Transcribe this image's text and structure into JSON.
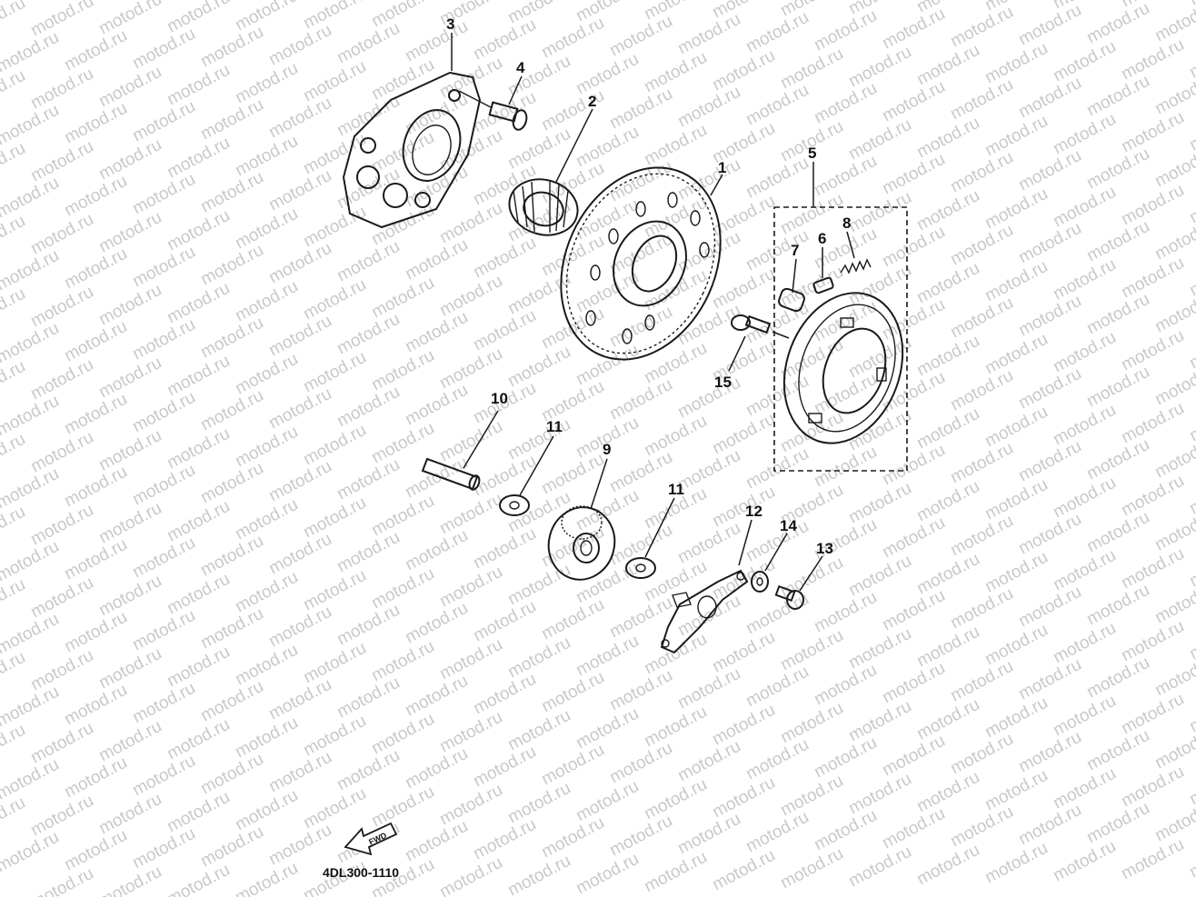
{
  "watermark_text": "motod.ru",
  "diagram_code": "4DL300-1110",
  "forward_label": "FWD",
  "callouts": [
    "1",
    "2",
    "3",
    "4",
    "5",
    "6",
    "7",
    "8",
    "9",
    "10",
    "11",
    "11",
    "12",
    "13",
    "14",
    "15"
  ]
}
